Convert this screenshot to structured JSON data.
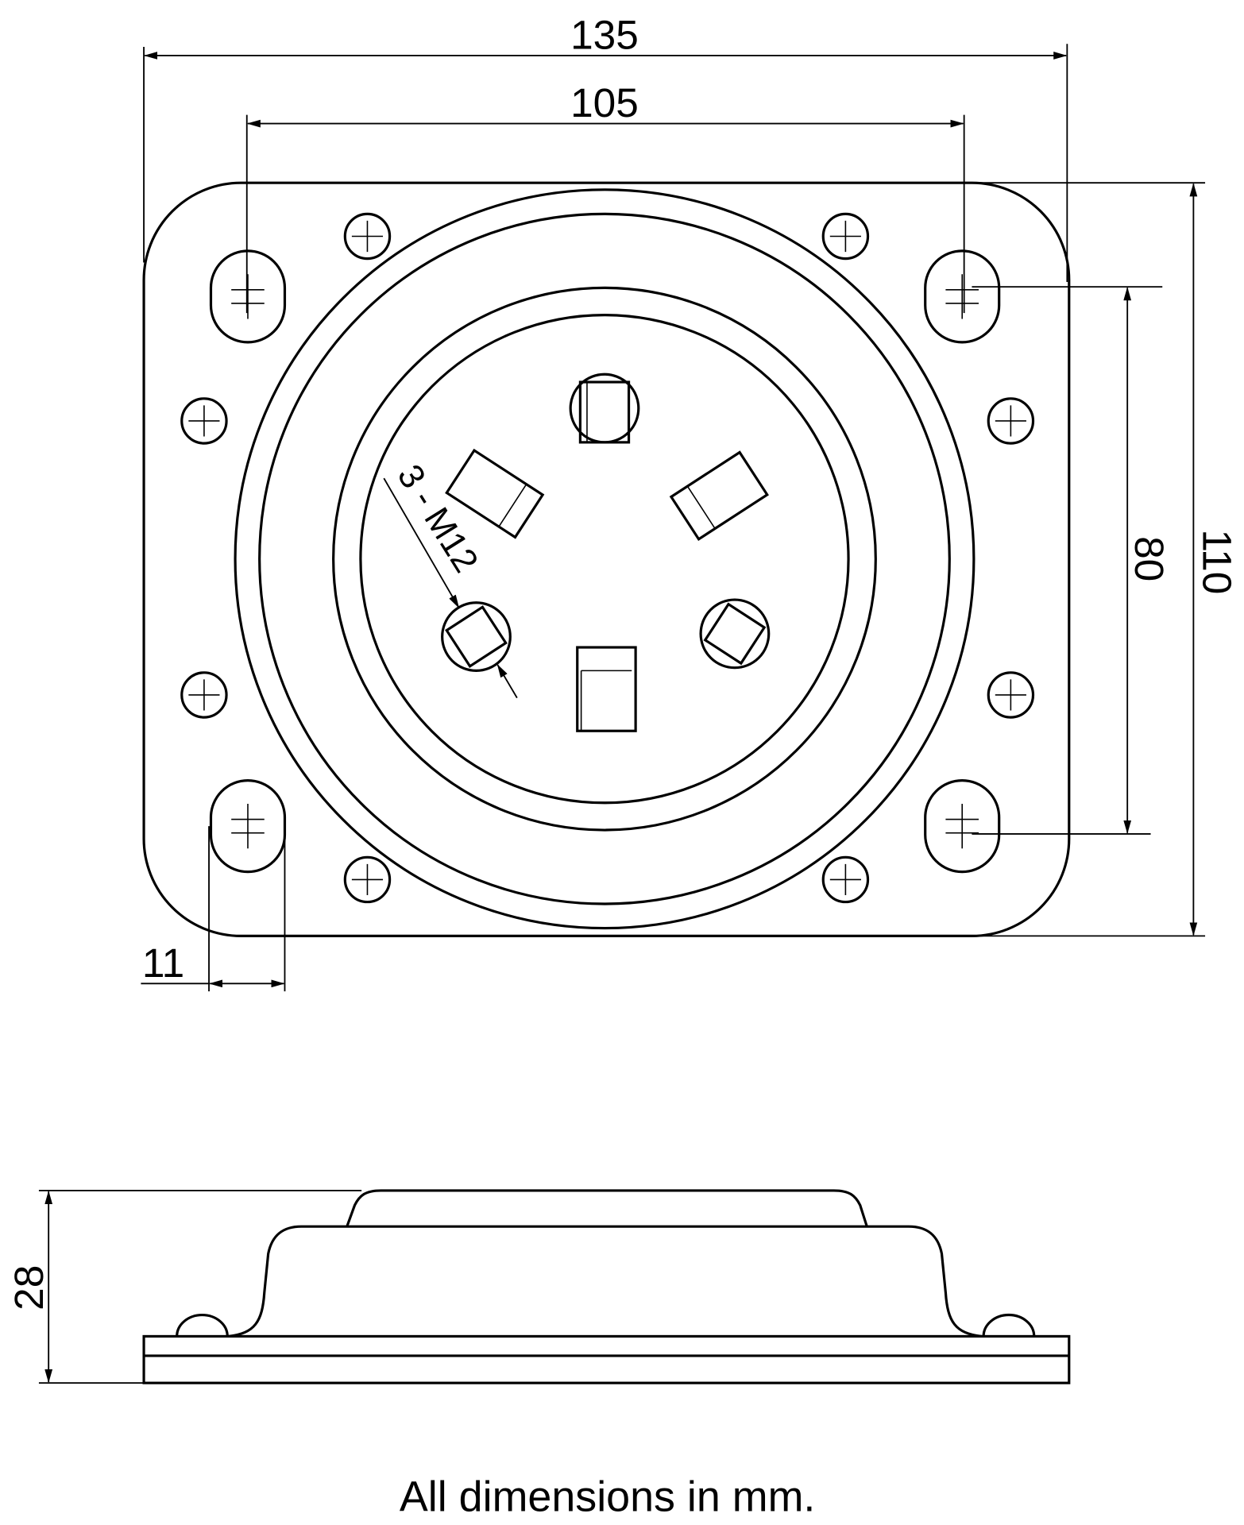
{
  "dimensions": {
    "overall_width": "135",
    "hole_spacing_horizontal": "105",
    "hole_spacing_vertical": "80",
    "overall_height": "110",
    "slot_width": "11",
    "thread_callout": "3 - M12",
    "side_height": "28"
  },
  "footer": "All dimensions in mm."
}
